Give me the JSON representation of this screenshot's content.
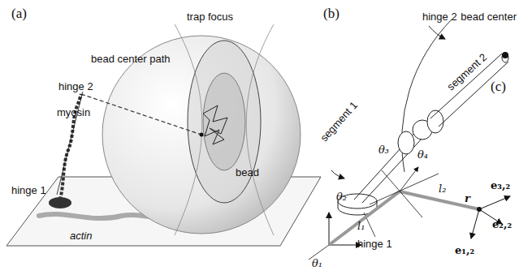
{
  "diagram": {
    "labels": [
      "(a)",
      "trap focus",
      "bead center path",
      "hinge 2",
      "myosin",
      "hinge 1",
      "bead",
      "actin",
      "(b)",
      "hinge 2",
      "bead center",
      "segment 1",
      "segment 2",
      "hinge 1",
      "(c)",
      "θ₃",
      "θ₄",
      "l₂",
      "r",
      "e₃,₂",
      "θ₂",
      "l₁",
      "e₂,₂",
      "e₁,₂",
      "θ₁"
    ]
  }
}
